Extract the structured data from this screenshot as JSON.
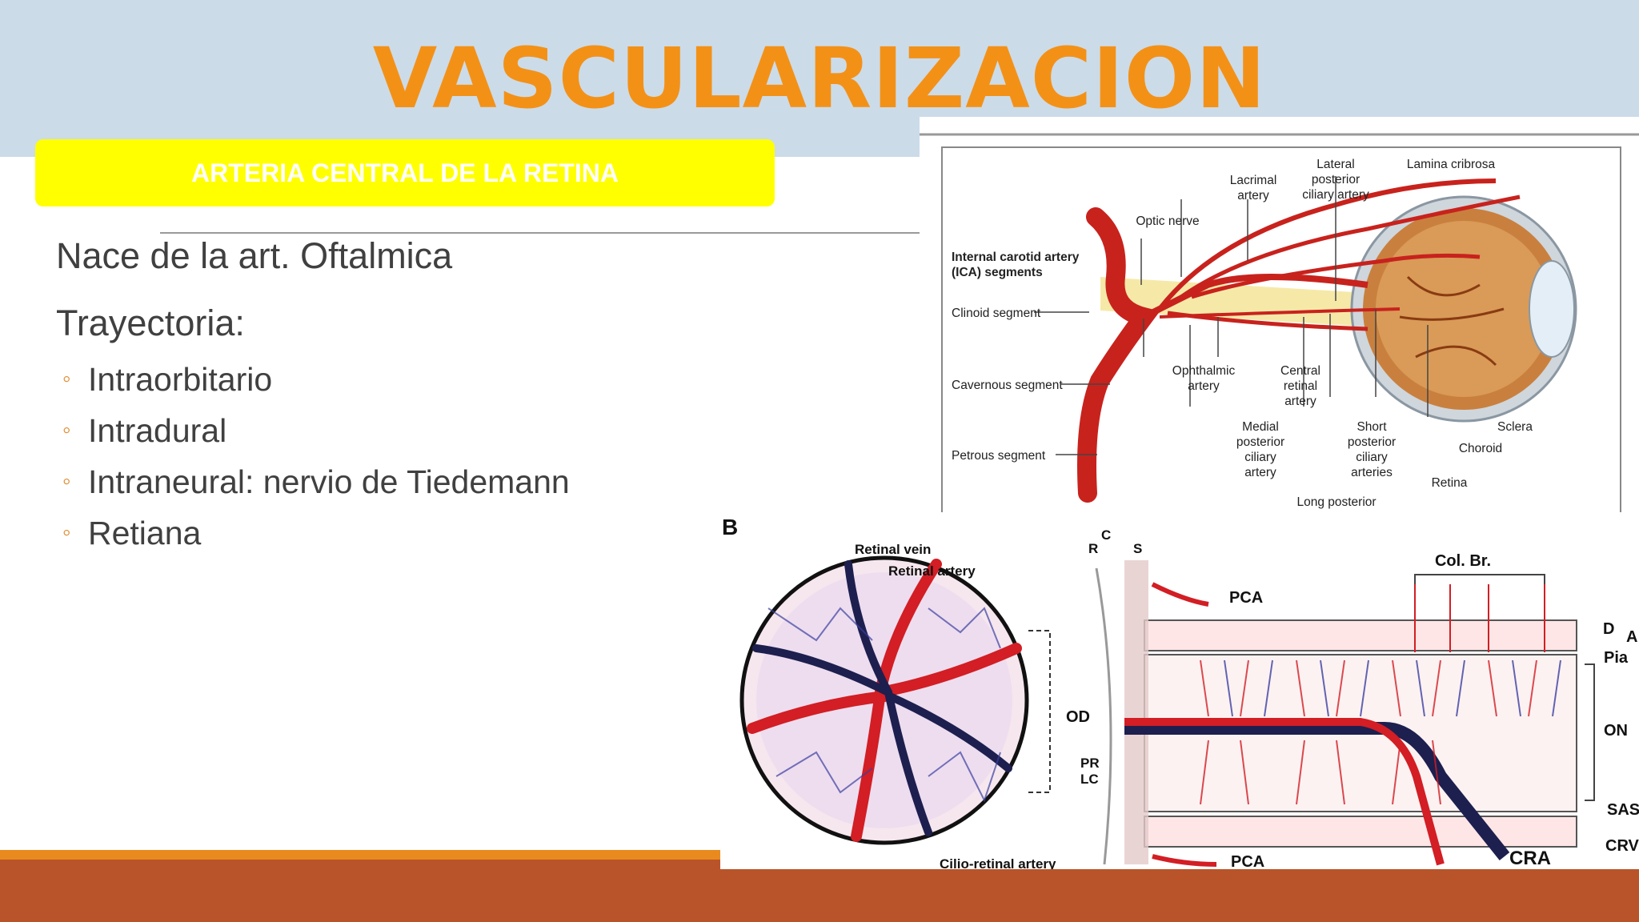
{
  "slide": {
    "title": "VASCULARIZACION",
    "subtitle": "ARTERIA CENTRAL DE LA RETINA",
    "line1": "Nace de la art. Oftalmica",
    "line2": "Trayectoria:",
    "bullets": [
      "Intraorbitario",
      "Intradural",
      "Intraneural: nervio de Tiedemann",
      "Retiana"
    ],
    "colors": {
      "title": "#f39117",
      "subtitle_bg": "#ffff00",
      "top_band": "#ccdbe8",
      "bottom_band": "#b9542a",
      "bottom_stripe": "#e98a1f"
    }
  },
  "diagram_a": {
    "labels": {
      "ica": "Internal carotid artery",
      "ica2": "(ICA) segments",
      "clinoid": "Clinoid segment",
      "cavernous": "Cavernous segment",
      "petrous": "Petrous segment",
      "optic_nerve": "Optic nerve",
      "lacrimal1": "Lacrimal",
      "lacrimal2": "artery",
      "lateral1": "Lateral",
      "lateral2": "posterior",
      "lateral3": "ciliary artery",
      "lamina": "Lamina cribrosa",
      "ophthalmic1": "Ophthalmic",
      "ophthalmic2": "artery",
      "central1": "Central",
      "central2": "retinal",
      "central3": "artery",
      "medial1": "Medial",
      "medial2": "posterior",
      "medial3": "ciliary",
      "medial4": "artery",
      "short1": "Short",
      "short2": "posterior",
      "short3": "ciliary",
      "short4": "arteries",
      "long1": "Long posterior",
      "sclera": "Sclera",
      "choroid": "Choroid",
      "retina": "Retina"
    }
  },
  "diagram_b": {
    "labels": {
      "panel": "B",
      "retinal_vein": "Retinal vein",
      "retinal_artery": "Retinal artery",
      "od": "OD",
      "cilio": "Cilio-retinal artery",
      "pr": "PR",
      "lc": "LC",
      "r": "R",
      "c": "C",
      "s": "S",
      "pca_top": "PCA",
      "pca_bottom": "PCA",
      "col_br": "Col. Br.",
      "d": "D",
      "a": "A",
      "pia": "Pia",
      "on": "ON",
      "sas": "SAS",
      "crv": "CRV",
      "cra": "CRA"
    }
  }
}
